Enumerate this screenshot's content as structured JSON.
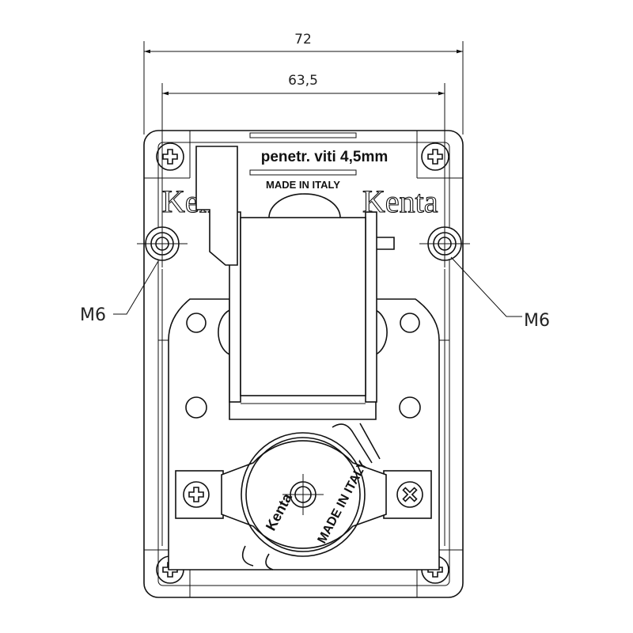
{
  "dimensions": {
    "overall_width": "72",
    "hole_spacing": "63,5"
  },
  "labels": {
    "left_hole": "M6",
    "right_hole": "M6"
  },
  "engravings": {
    "screw_penetration": "penetr. viti 4,5mm",
    "made_in_italy_top": "MADE IN ITALY",
    "brand_left": "Kenta",
    "brand_right": "Kenta",
    "gearbox_brand": "Kenta",
    "gearbox_made_in": "MADE IN ITALY"
  }
}
